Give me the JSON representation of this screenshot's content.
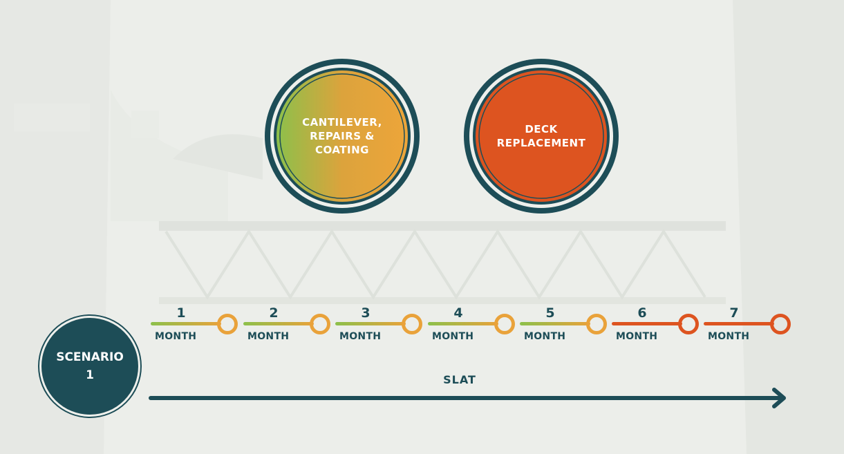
{
  "phases": [
    {
      "label": "CANTILEVER,\nREPAIRS &\nCOATING",
      "fill": "gradient-green-orange"
    },
    {
      "label": "DECK\nREPLACEMENT",
      "fill": "#dd5420"
    }
  ],
  "timeline": {
    "unit_label": "MONTH",
    "months": [
      "1",
      "2",
      "3",
      "4",
      "5",
      "6",
      "7"
    ],
    "phase_per_month": [
      "cantilever",
      "cantilever",
      "cantilever",
      "cantilever",
      "cantilever",
      "deck",
      "deck"
    ]
  },
  "scenario": {
    "label": "SCENARIO\n1"
  },
  "arrow": {
    "label": "SLAT"
  },
  "colors": {
    "teal": "#1d4d57",
    "green": "#8cc04b",
    "orange": "#e9a23a",
    "red_orange": "#dd5420",
    "background": "#eef0ec"
  }
}
